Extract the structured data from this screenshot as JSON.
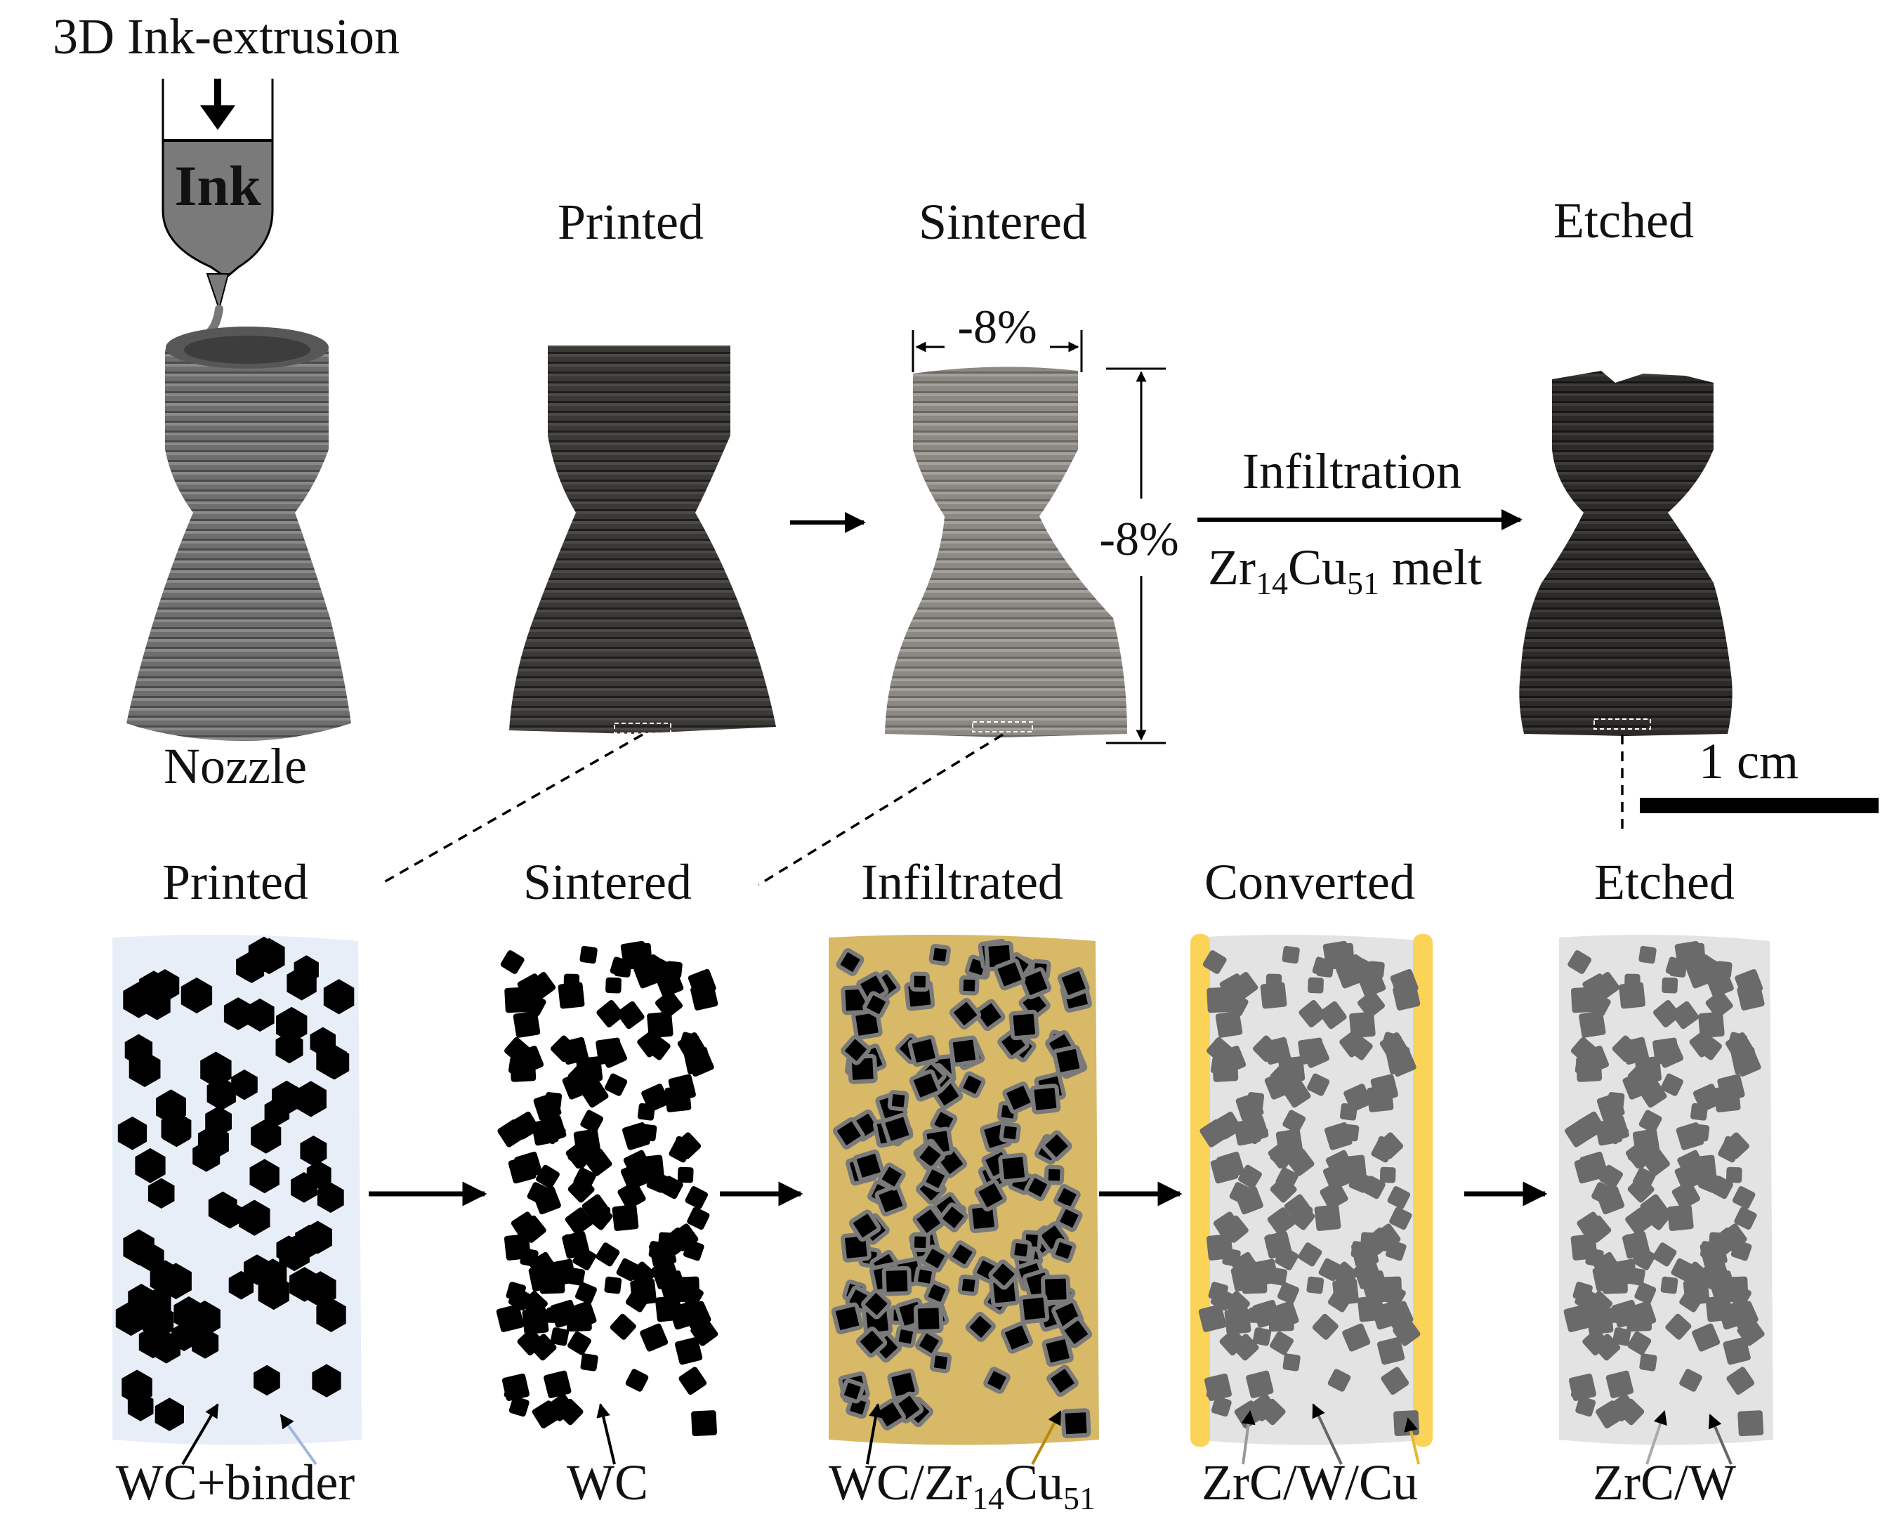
{
  "top": {
    "nozzle_title": "3D Ink-extrusion",
    "ink_label": "Ink",
    "nozzle_caption": "Nozzle",
    "printed_title": "Printed",
    "sintered_title": "Sintered",
    "etched_title": "Etched",
    "shrink_width": "-8%",
    "shrink_height": "-8%",
    "process_top": "Infiltration",
    "process_bottom": {
      "base1": "Zr",
      "sub1": "14",
      "base2": "Cu",
      "sub2": "51",
      "tail": " melt"
    },
    "scale_bar": "1 cm"
  },
  "bottom": {
    "stages": [
      {
        "title": "Printed",
        "caption": "WC+binder"
      },
      {
        "title": "Sintered",
        "caption": "WC"
      },
      {
        "title": "Infiltrated",
        "caption_parts": {
          "a": "WC/Zr",
          "s1": "14",
          "b": "Cu",
          "s2": "51"
        }
      },
      {
        "title": "Converted",
        "caption": "ZrC/W/Cu"
      },
      {
        "title": "Etched",
        "caption": "ZrC/W"
      }
    ]
  },
  "colors": {
    "wc": "#000000",
    "binder": "#e8eef8",
    "zrcu_melt": "#d7b968",
    "zrc_w": "#6a6a6a",
    "matrix_grey": "#e3e3e3",
    "cu_layer": "#fbd357",
    "printed_part": "#3c3b38",
    "sintered_part": "#8d8a85",
    "etched_part": "#2c2b28",
    "nozzle_part": "#6d6d6d"
  }
}
